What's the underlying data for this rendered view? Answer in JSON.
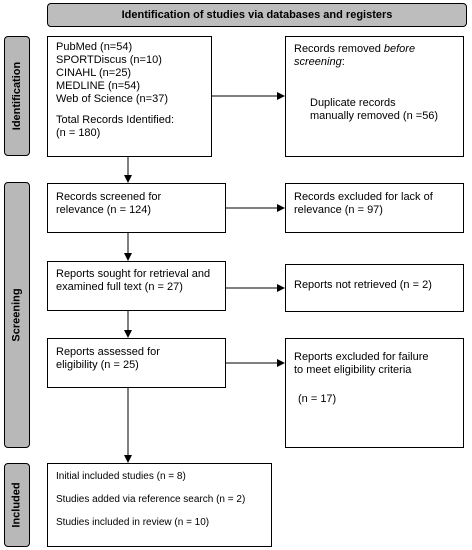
{
  "header": "Identification of studies via databases and registers",
  "phases": {
    "identification": "Identification",
    "screening": "Screening",
    "included": "Included"
  },
  "identified": {
    "lines": [
      "PubMed (n=54)",
      "SPORTDiscus (n=10)",
      "CINAHL (n=25)",
      "MEDLINE (n=54)",
      "Web of Science (n=37)"
    ],
    "total_label": "Total Records Identified:",
    "total_value": "(n = 180)"
  },
  "removed": {
    "prefix": "Records removed ",
    "italic": "before screening",
    "suffix": ":",
    "detail1": "Duplicate records",
    "detail2": "manually removed (n =56)"
  },
  "screened": {
    "line1": "Records screened for",
    "line2": "relevance (n = 124)"
  },
  "excluded": {
    "line1": "Records excluded for lack of",
    "line2": "relevance (n = 97)"
  },
  "sought": {
    "line1": "Reports sought for retrieval and",
    "line2": "examined full text (n = 27)"
  },
  "not_retrieved": {
    "line1": "Reports not retrieved (n = 2)"
  },
  "assessed": {
    "line1": "Reports assessed for",
    "line2": "eligibility (n = 25)"
  },
  "excl_elig": {
    "line1": "Reports excluded for failure",
    "line2": "to meet eligibility criteria",
    "line3": "(n = 17)"
  },
  "included": {
    "line1": "Initial included studies (n = 8)",
    "line2": "Studies added via reference search (n = 2)",
    "line3": "Studies included in review (n = 10)"
  }
}
